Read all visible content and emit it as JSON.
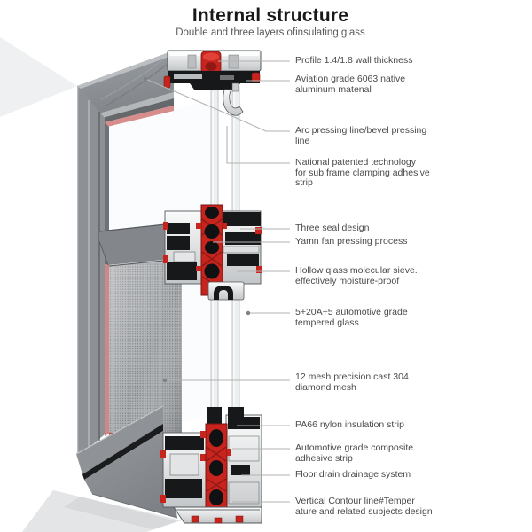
{
  "header": {
    "title": "Internal structure",
    "subtitle": "Double and three layers ofinsulating glass"
  },
  "labels": [
    {
      "id": "profile-wall-thickness",
      "text": "Profile 1.4/1.8 wall thickness"
    },
    {
      "id": "aluminum-material",
      "text": "Aviation grade 6063 native\naluminum matenal"
    },
    {
      "id": "arc-pressing-line",
      "text": "Arc pressing line/bevel pressing\nline"
    },
    {
      "id": "clamping-adhesive-strip",
      "text": "National patented technology\nfor sub frame clamping adhesive\nstrip"
    },
    {
      "id": "three-seal-design",
      "text": "Three seal design"
    },
    {
      "id": "yarn-fan-pressing",
      "text": "Yamn fan pressing process"
    },
    {
      "id": "molecular-sieve",
      "text": "Hollow qlass molecular sieve.\neffectively moisture-proof"
    },
    {
      "id": "tempered-glass",
      "text": "5+20A+5 automotive grade\ntempered glass"
    },
    {
      "id": "diamond-mesh",
      "text": "12 mesh precision cast 304\ndiamond mesh"
    },
    {
      "id": "nylon-insulation-strip",
      "text": "PA66 nylon insulation strip"
    },
    {
      "id": "composite-adhesive-strip",
      "text": "Automotive grade composite\nadhesive strip"
    },
    {
      "id": "floor-drain",
      "text": "Floor drain drainage system"
    },
    {
      "id": "contour-design",
      "text": "Vertical Contour line#Temper\nature and related subjects design"
    }
  ],
  "colors": {
    "title_text": "#191919",
    "subtitle_text": "#585858",
    "label_text": "#4a4a4a",
    "leader_line": "#b3b3b3",
    "frame_gray": "#8d9196",
    "aluminum_silver": "#d9dcde",
    "rubber_black": "#17181a",
    "gasket_red": "#c8241e",
    "seal_pink": "#d68d8b",
    "mesh_gray": "#adb0b3",
    "glass": "#edf0f1"
  }
}
